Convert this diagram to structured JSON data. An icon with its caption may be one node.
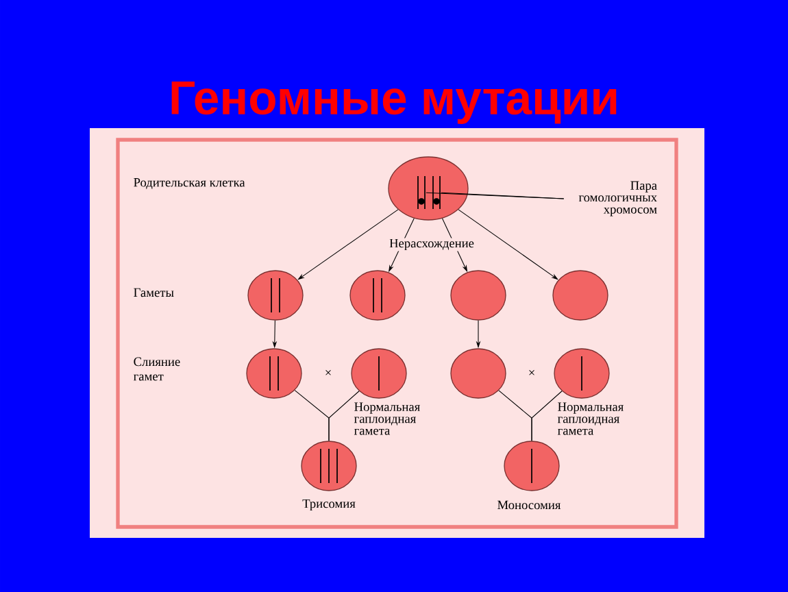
{
  "diagram": {
    "title": "Геномные мутации",
    "nodes": [
      {
        "text": [],
        "shape": "circle"
      },
      {
        "text": [],
        "shape": "bar",
        "in": 0
      },
      {
        "text": [],
        "shape": "bar",
        "in": 0
      },
      {
        "text": [
          "Пара гомологичных хромосом"
        ]
      },
      {
        "text": [],
        "shape": "circle"
      },
      {
        "text": [],
        "shape": "circle"
      },
      {
        "text": [],
        "shape": "circle"
      },
      {
        "text": [],
        "shape": "circle"
      },
      {
        "text": [],
        "shape": "circle"
      },
      {
        "text": [],
        "shape": "circle",
        "beside": [
          "Нормальная гаплоидная гамета"
        ]
      },
      {
        "text": [],
        "shape": "circle",
        "beside": [
          "Трисомия"
        ]
      },
      {
        "text": [],
        "shape": "circle"
      },
      {
        "text": [],
        "shape": "circle",
        "beside": [
          "Нормальная гаплоидная гамета"
        ]
      },
      {
        "text": [],
        "shape": "circle",
        "beside": [
          "Моносомия"
        ]
      }
    ],
    "edges": [
      {
        "from": 0,
        "to": 4,
        "arrow": "to"
      },
      {
        "from": 0,
        "to": 5,
        "arrow": "to"
      },
      {
        "from": 0,
        "to": 6,
        "arrow": "to"
      },
      {
        "from": 0,
        "to": 7,
        "arrow": "to"
      },
      {
        "from": 3,
        "to": 1,
        "arrow": "none"
      },
      {
        "from": 3,
        "to": 2,
        "arrow": "none"
      },
      {
        "from": 4,
        "to": 8,
        "arrow": "to"
      },
      {
        "from": 6,
        "to": 11,
        "arrow": "to"
      },
      {
        "from": 8,
        "to": 10,
        "arrow": "none"
      },
      {
        "from": 9,
        "to": 10,
        "arrow": "none"
      },
      {
        "from": 11,
        "to": 13,
        "arrow": "none"
      },
      {
        "from": 12,
        "to": 13,
        "arrow": "none"
      }
    ],
    "labels": [
      "Родительская клетка",
      "Нерасхождение",
      "Гаметы",
      "Слияние гамет",
      "×",
      "×"
    ]
  }
}
